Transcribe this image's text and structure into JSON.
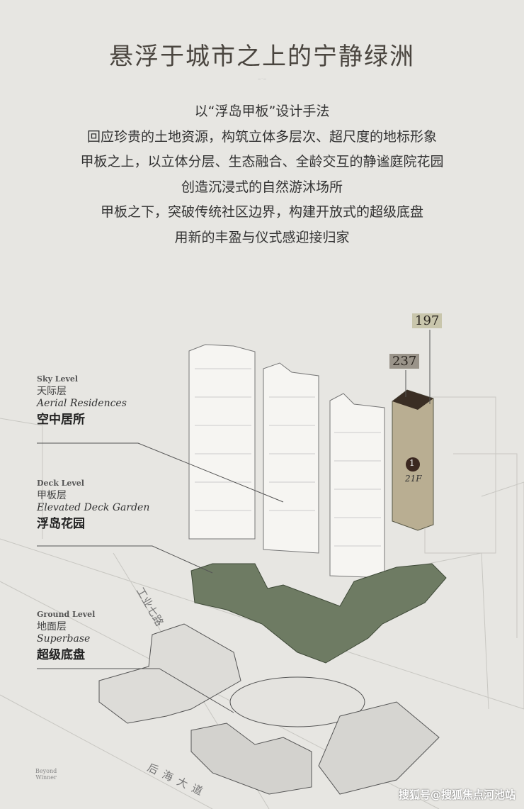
{
  "title": "悬浮于城市之上的宁静绿洲",
  "intro": [
    "以“浮岛甲板”设计手法",
    "回应珍贵的土地资源，构筑立体多层次、超尺度的地标形象",
    "甲板之上，以立体分层、生态融合、全龄交互的静谧庭院花园",
    "创造沉浸式的自然游沐场所",
    "甲板之下，突破传统社区边界，构建开放式的超级底盘",
    "用新的丰盈与仪式感迎接归家"
  ],
  "levels": [
    {
      "en": "Sky Level",
      "cn": "天际层",
      "it": "Aerial Residences",
      "big": "空中居所"
    },
    {
      "en": "Deck Level",
      "cn": "甲板层",
      "it": "Elevated Deck Garden",
      "big": "浮岛花园"
    },
    {
      "en": "Ground Level",
      "cn": "地面层",
      "it": "Superbase",
      "big": "超级底盘"
    }
  ],
  "tags": {
    "a": "197",
    "b": "237",
    "tower_no": "1",
    "floors": "21F"
  },
  "roads": {
    "r1": "工业七路",
    "r2": "后海大道"
  },
  "logo": {
    "line1": "Beyond",
    "line2": "Winner"
  },
  "watermark": "搜狐号@搜狐焦点河池站",
  "colors": {
    "deck": "#6e7b63",
    "tower": "#b9ae92",
    "bg": "#e7e6e2"
  }
}
